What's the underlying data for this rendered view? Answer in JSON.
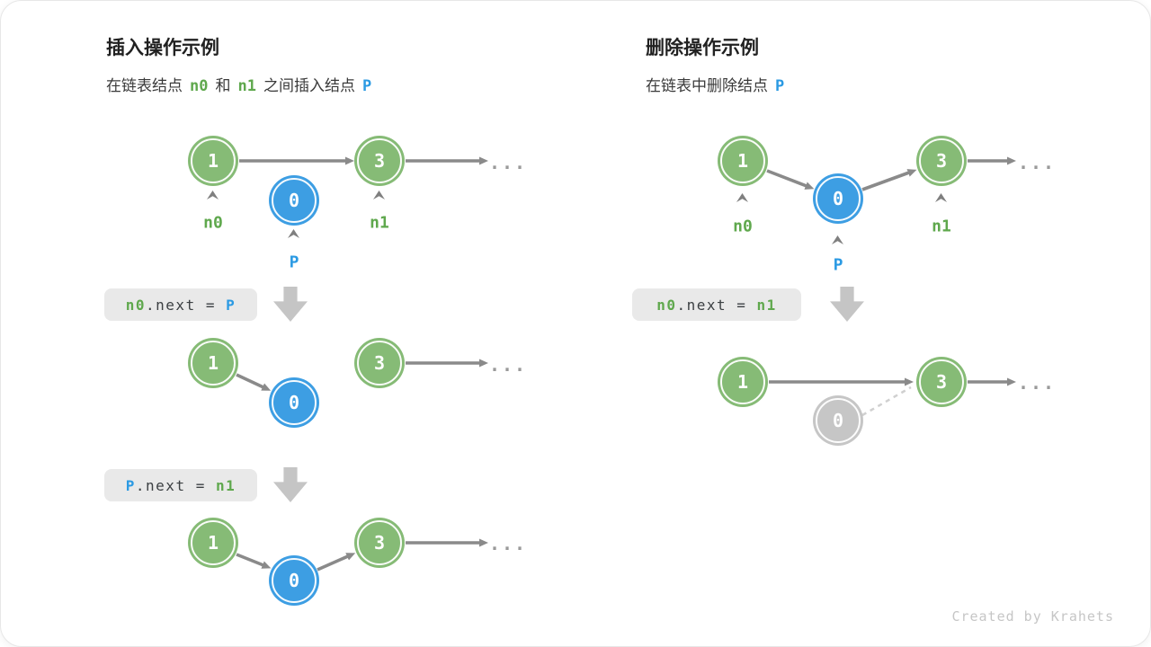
{
  "node_values": {
    "first": "1",
    "inserted": "0",
    "third": "3"
  },
  "ellipsis": "...",
  "credit": "Created by Krahets",
  "colors": {
    "node_green": "#86bb76",
    "node_blue": "#3d9ee3",
    "node_gray": "#c6c6c6",
    "label_green": "#5fa84d",
    "label_blue": "#2b9ae3",
    "arrow_gray": "#8a8a8a",
    "codebox_bg": "#e9e9e9",
    "block_arrow_gray": "#c5c5c5"
  },
  "insert_section": {
    "title": "插入操作示例",
    "subtitle": {
      "prefix": "在链表结点",
      "n0": "n0",
      "middle": "和",
      "n1": "n1",
      "suffix": "之间插入结点",
      "p": "P"
    },
    "labels": {
      "n0": "n0",
      "n1": "n1",
      "p": "P"
    },
    "code_step1": {
      "lhs": "n0",
      "op": ".next = ",
      "rhs": "P"
    },
    "code_step2": {
      "lhs": "P",
      "op": ".next = ",
      "rhs": "n1"
    }
  },
  "delete_section": {
    "title": "删除操作示例",
    "subtitle": {
      "prefix": "在链表中删除结点",
      "p": "P"
    },
    "labels": {
      "n0": "n0",
      "n1": "n1",
      "p": "P"
    },
    "code_step1": {
      "lhs": "n0",
      "op": ".next = ",
      "rhs": "n1"
    }
  }
}
